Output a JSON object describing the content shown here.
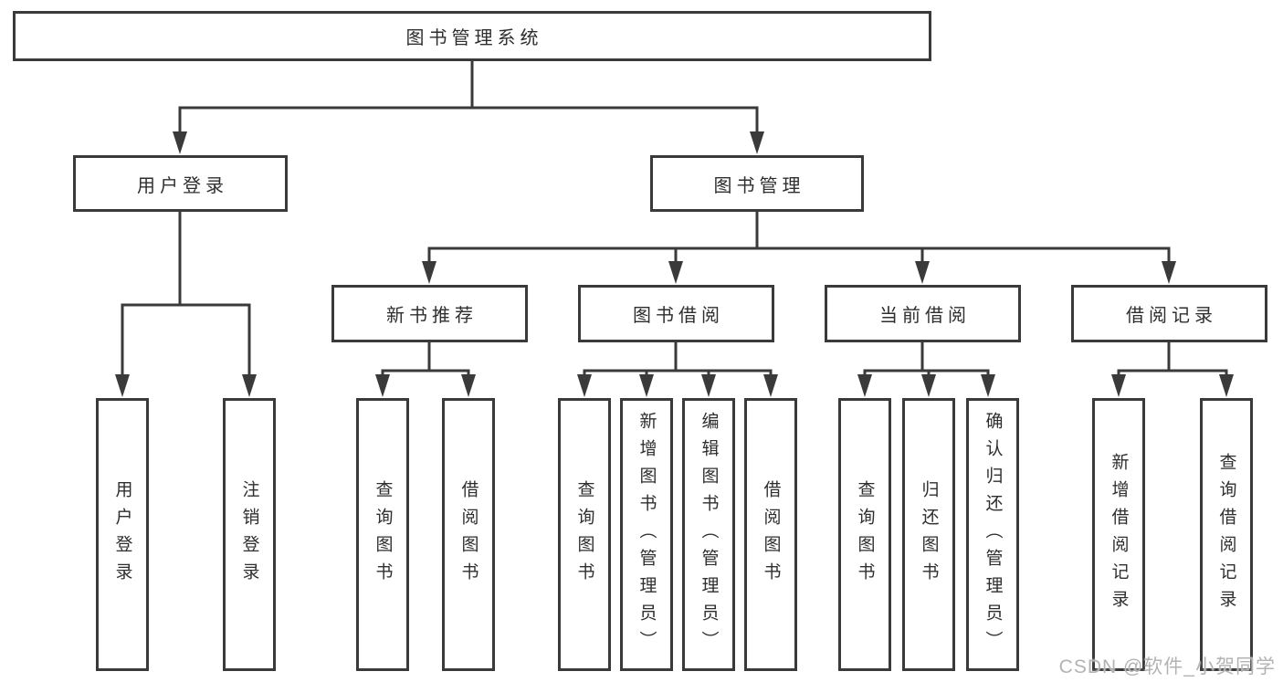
{
  "diagram": {
    "root": "图书管理系统",
    "branches": [
      {
        "label": "用户登录",
        "children": [
          "用户登录",
          "注销登录"
        ]
      },
      {
        "label": "图书管理",
        "sections": [
          {
            "label": "新书推荐",
            "children": [
              "查询图书",
              "借阅图书"
            ]
          },
          {
            "label": "图书借阅",
            "children": [
              "查询图书",
              "新增图书（管理员）",
              "编辑图书（管理员）",
              "借阅图书"
            ]
          },
          {
            "label": "当前借阅",
            "children": [
              "查询图书",
              "归还图书",
              "确认归还（管理员）"
            ]
          },
          {
            "label": "借阅记录",
            "children": [
              "新增借阅记录",
              "查询借阅记录"
            ]
          }
        ]
      }
    ]
  },
  "watermark": "CSDN @软件_小贺同学",
  "colors": {
    "line": "#3a3a3a",
    "box_border": "#3a3a3a",
    "text": "#2e2e2e",
    "watermark": "#b3b3b3",
    "background": "#ffffff"
  }
}
